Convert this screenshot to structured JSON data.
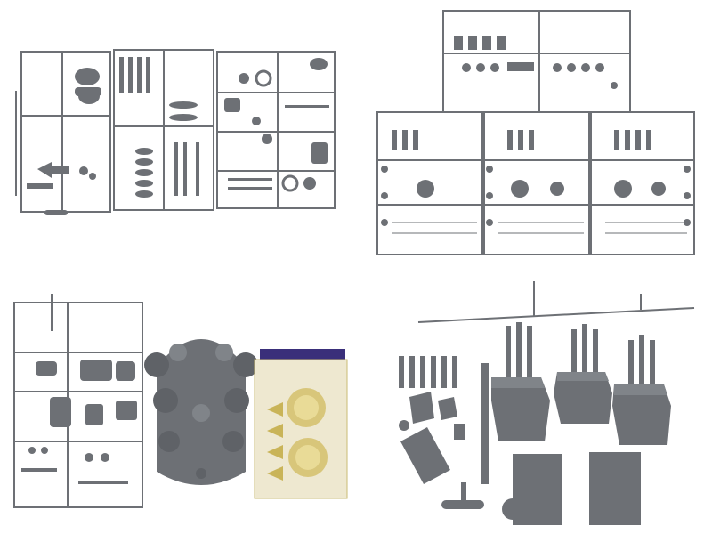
{
  "image": {
    "kind": "photo-collage",
    "layout": "2x2",
    "background": "#ffffff",
    "colors": {
      "plastic": "#6d7075",
      "plastic_light": "#8c9095",
      "plastic_dark": "#4f5257",
      "brass": "#d8c67a",
      "backing_card": "#3a2f7a"
    }
  },
  "panels": [
    {
      "id": "top-left",
      "content": "sprue-frames-with-hull-fittings"
    },
    {
      "id": "top-right",
      "content": "stacked-sprue-frames-with-guns-and-railings"
    },
    {
      "id": "bottom-left",
      "content": "sprue-frame-turret-base-and-photo-etch-sheet"
    },
    {
      "id": "bottom-right",
      "content": "assembled-triple-gun-turrets-and-loose-parts"
    }
  ],
  "photo_etch": {
    "printed_text": "",
    "note_visible": false
  }
}
